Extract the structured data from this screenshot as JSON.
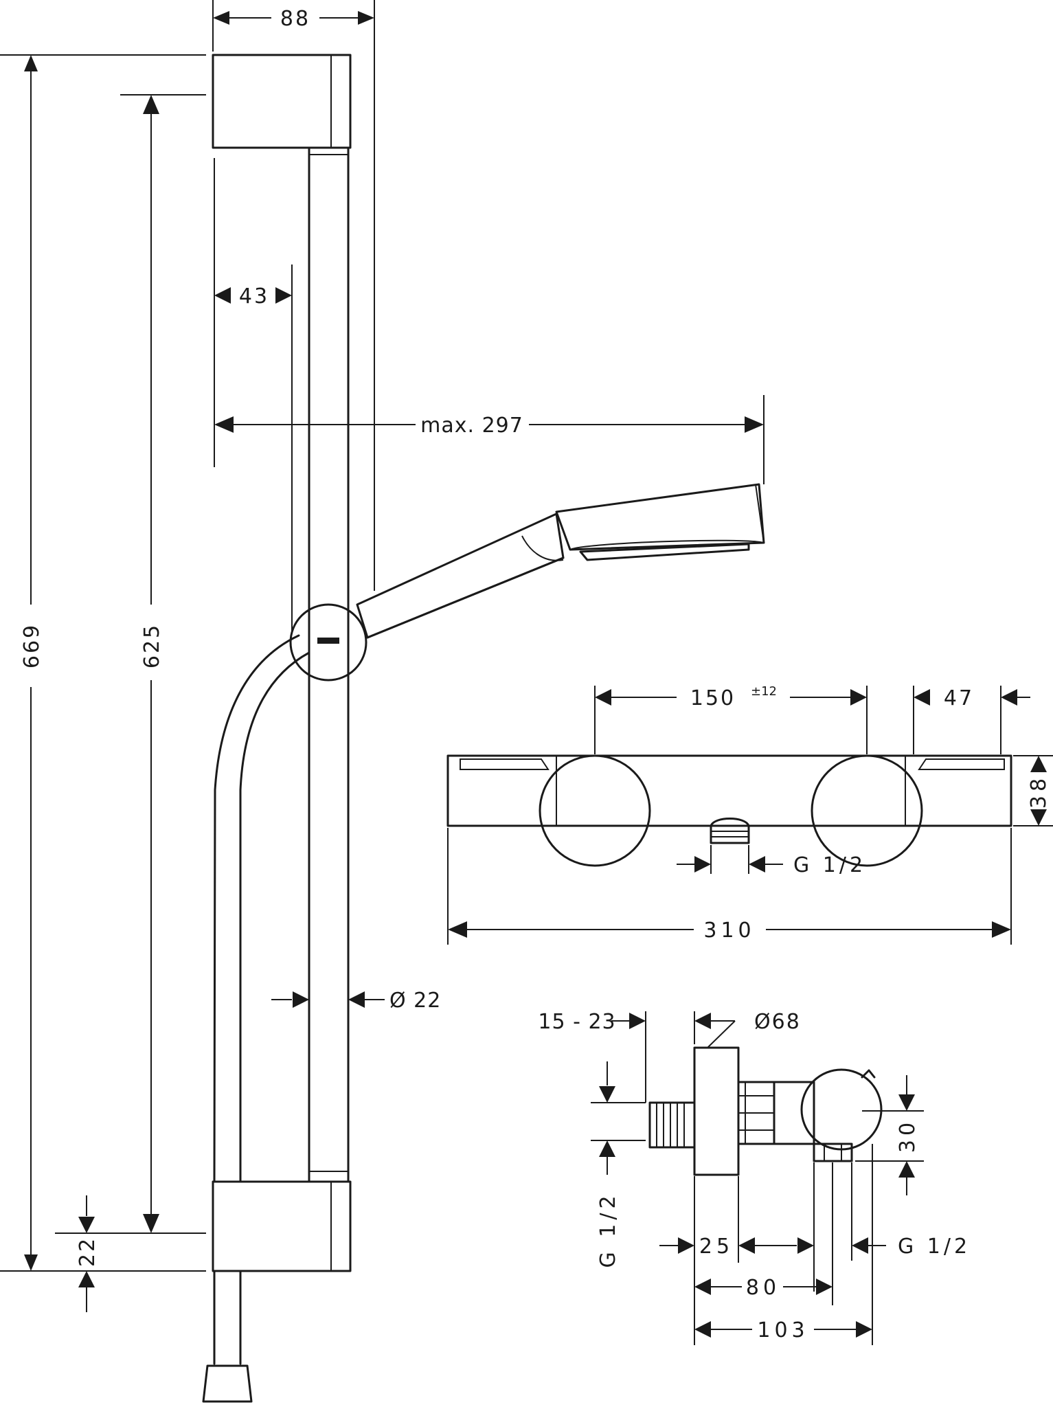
{
  "shower_set": {
    "dims": {
      "width_top": "88",
      "total_height": "669",
      "bar_height": "625",
      "offset": "43",
      "reach": "max. 297",
      "bar_diameter": "Ø 22",
      "bottom_gap": "22"
    }
  },
  "thermostat_front": {
    "dims": {
      "spacing": "150",
      "spacing_tol": "±12",
      "end_width": "47",
      "height": "38",
      "outlet": "G 1/2",
      "total_width": "310"
    }
  },
  "thermostat_side": {
    "dims": {
      "eccentric_range": "15 - 23",
      "rosette_diameter": "Ø68",
      "inlet_thread": "G 1/2",
      "rosette_depth": "25",
      "height": "30",
      "outlet_thread": "G 1/2",
      "outlet_distance": "80",
      "total_depth": "103"
    }
  }
}
